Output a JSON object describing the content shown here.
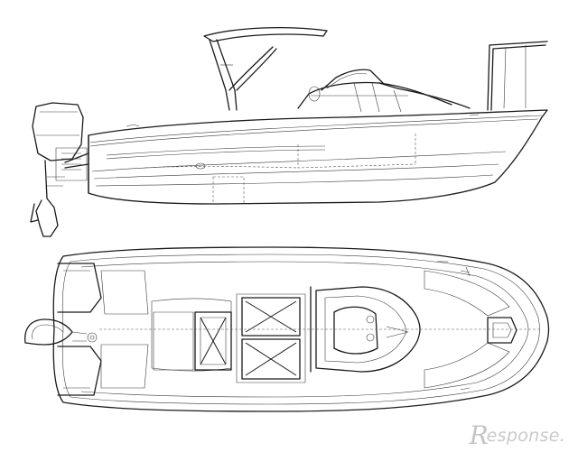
{
  "watermark": {
    "text": "esponse.",
    "initial": "R",
    "color": "#c9c9c9"
  },
  "drawing": {
    "stroke_color": "#1a1a1a",
    "background": "#ffffff",
    "views": [
      "side-profile-view",
      "top-plan-view"
    ]
  }
}
